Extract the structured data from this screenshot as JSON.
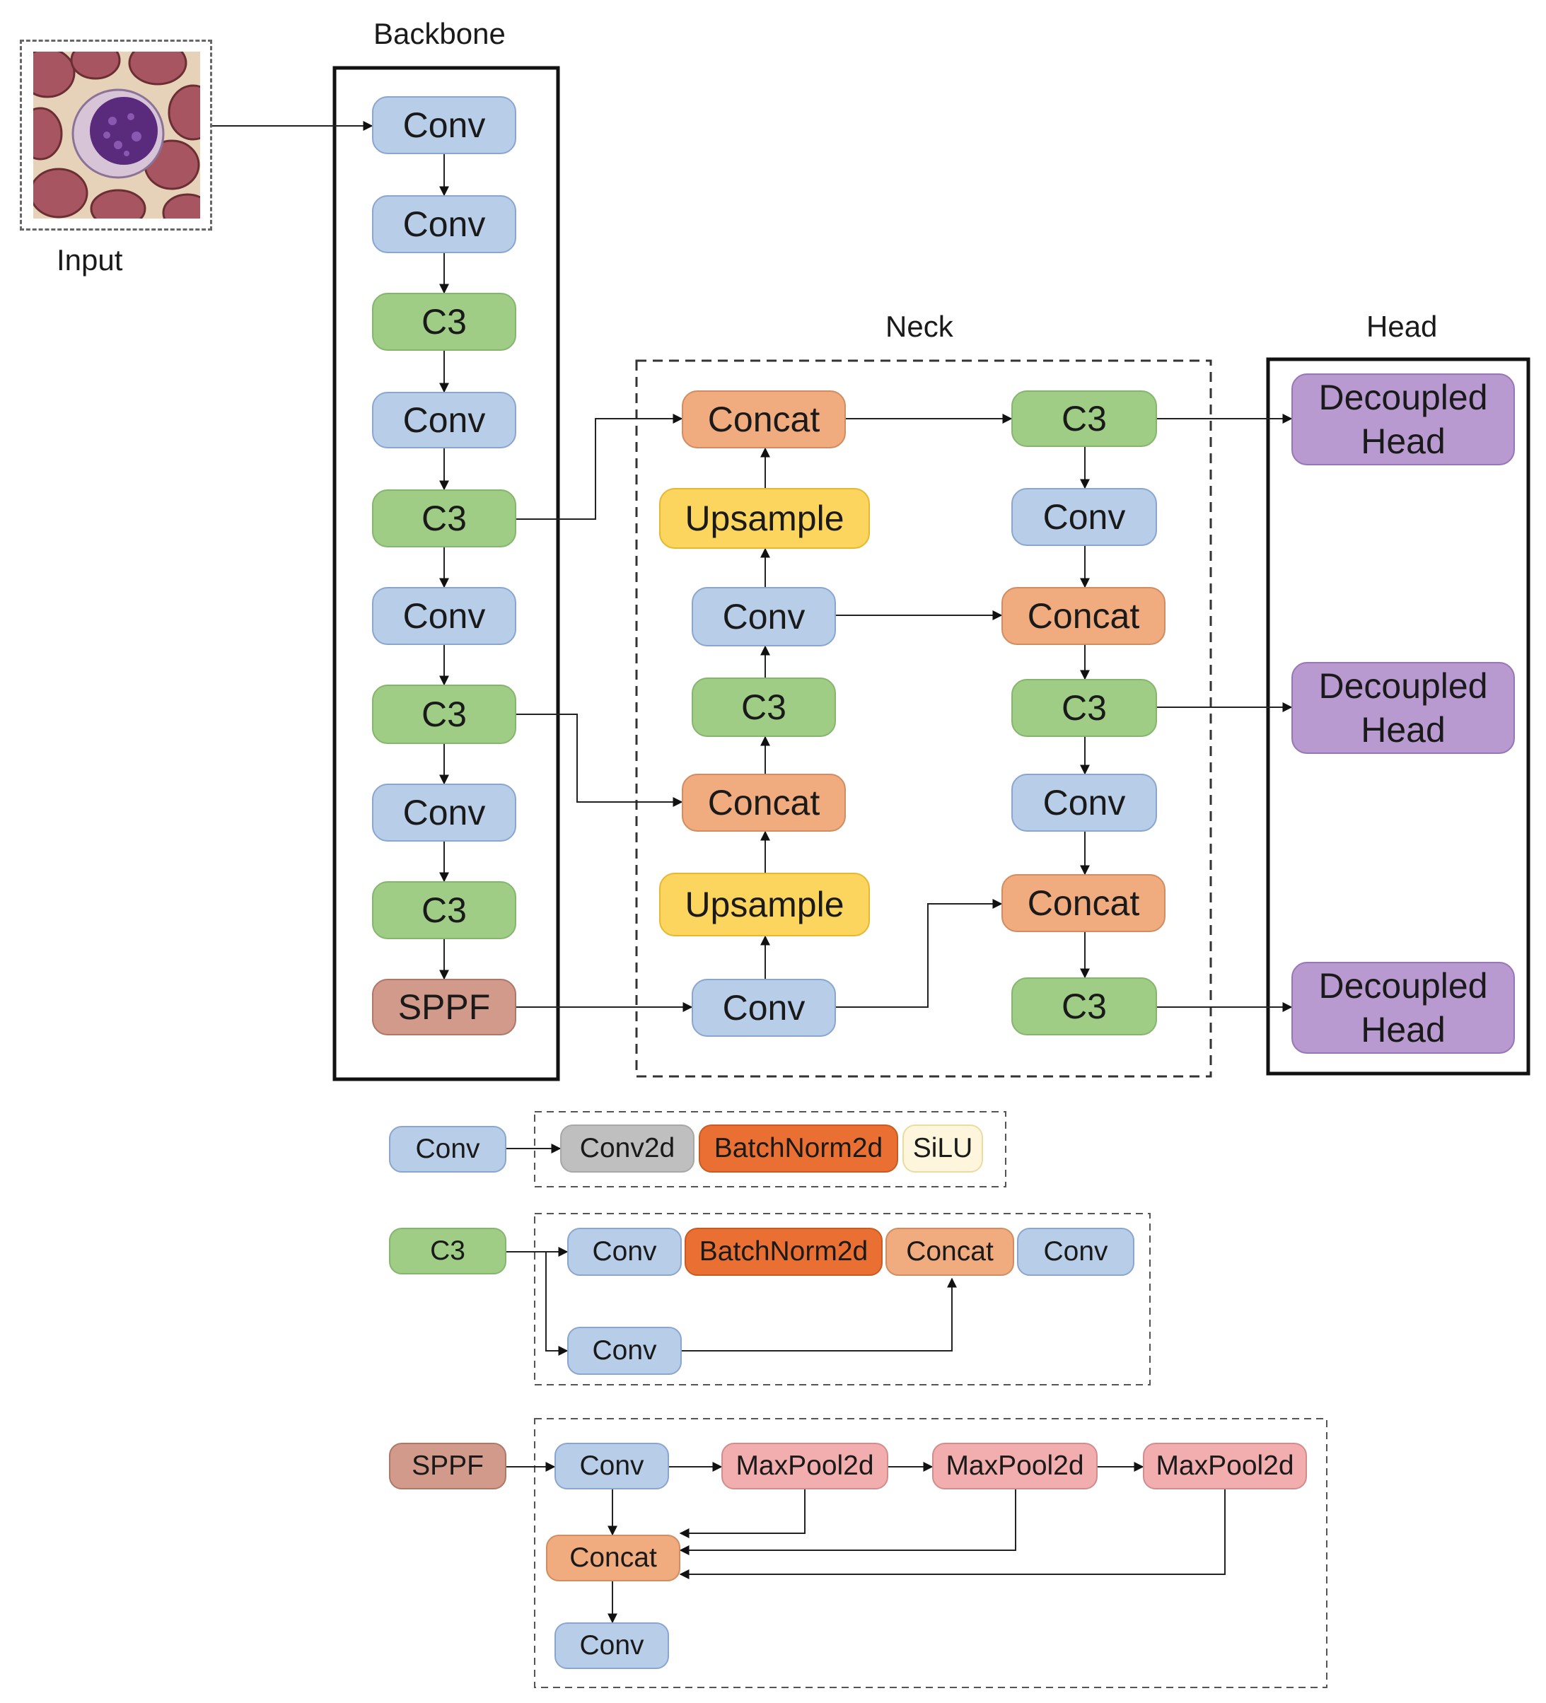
{
  "labels": {
    "backbone": "Backbone",
    "neck": "Neck",
    "head": "Head",
    "input": "Input"
  },
  "nodes": {
    "bb1": "Conv",
    "bb2": "Conv",
    "bb3": "C3",
    "bb4": "Conv",
    "bb5": "C3",
    "bb6": "Conv",
    "bb7": "C3",
    "bb8": "Conv",
    "bb9": "C3",
    "bb10": "SPPF",
    "nk_concat1": "Concat",
    "nk_upsample1": "Upsample",
    "nk_conv1": "Conv",
    "nk_c3_1": "C3",
    "nk_concat2": "Concat",
    "nk_upsample2": "Upsample",
    "nk_conv2": "Conv",
    "nk_r_c3_1": "C3",
    "nk_r_conv1": "Conv",
    "nk_r_concat1": "Concat",
    "nk_r_c3_2": "C3",
    "nk_r_conv2": "Conv",
    "nk_r_concat2": "Concat",
    "nk_r_c3_3": "C3",
    "head1": "Decoupled Head",
    "head2": "Decoupled Head",
    "head3": "Decoupled Head",
    "lg_conv": "Conv",
    "lg_conv2d": "Conv2d",
    "lg_bn": "BatchNorm2d",
    "lg_silu": "SiLU",
    "lg_c3": "C3",
    "lg_c3_conv1": "Conv",
    "lg_c3_bn": "BatchNorm2d",
    "lg_c3_concat": "Concat",
    "lg_c3_conv2": "Conv",
    "lg_c3_conv3": "Conv",
    "lg_sppf": "SPPF",
    "lg_sppf_conv1": "Conv",
    "lg_mp1": "MaxPool2d",
    "lg_mp2": "MaxPool2d",
    "lg_mp3": "MaxPool2d",
    "lg_sppf_concat": "Concat",
    "lg_sppf_conv2": "Conv"
  }
}
